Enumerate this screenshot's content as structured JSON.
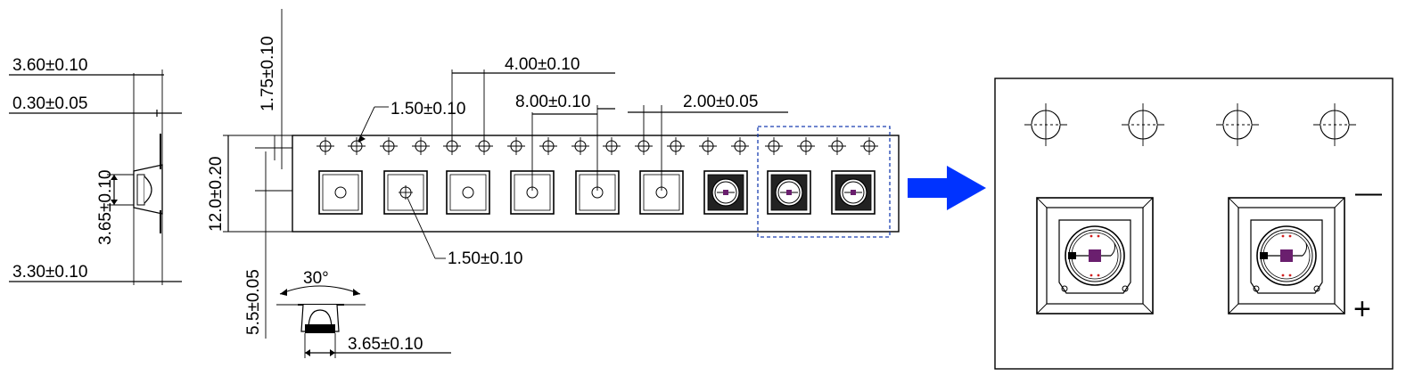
{
  "side_view": {
    "width_total": "3.60±0.10",
    "lens_step": "0.30±0.05",
    "lens_height": "3.65±0.10",
    "body_width": "3.30±0.10"
  },
  "tape": {
    "edge_to_hole": "1.75±0.10",
    "hole_diameter": "1.50±0.10",
    "hole_pitch": "4.00±0.10",
    "pocket_pitch": "8.00±0.10",
    "hole_to_pocket": "2.00±0.05",
    "tape_width": "12.0±0.20",
    "pocket_hole": "1.50±0.10",
    "hole_to_center": "5.5±0.05"
  },
  "lens_view": {
    "view_angle": "30°",
    "lens_diameter": "3.65±0.10"
  },
  "detail": {
    "polarity_minus": "—",
    "polarity_plus": "+"
  },
  "colors": {
    "arrow": "#0033ff",
    "highlight_box": "#1a3fb0",
    "die": "#6a1f6e",
    "pad_dots": "#d02020"
  }
}
